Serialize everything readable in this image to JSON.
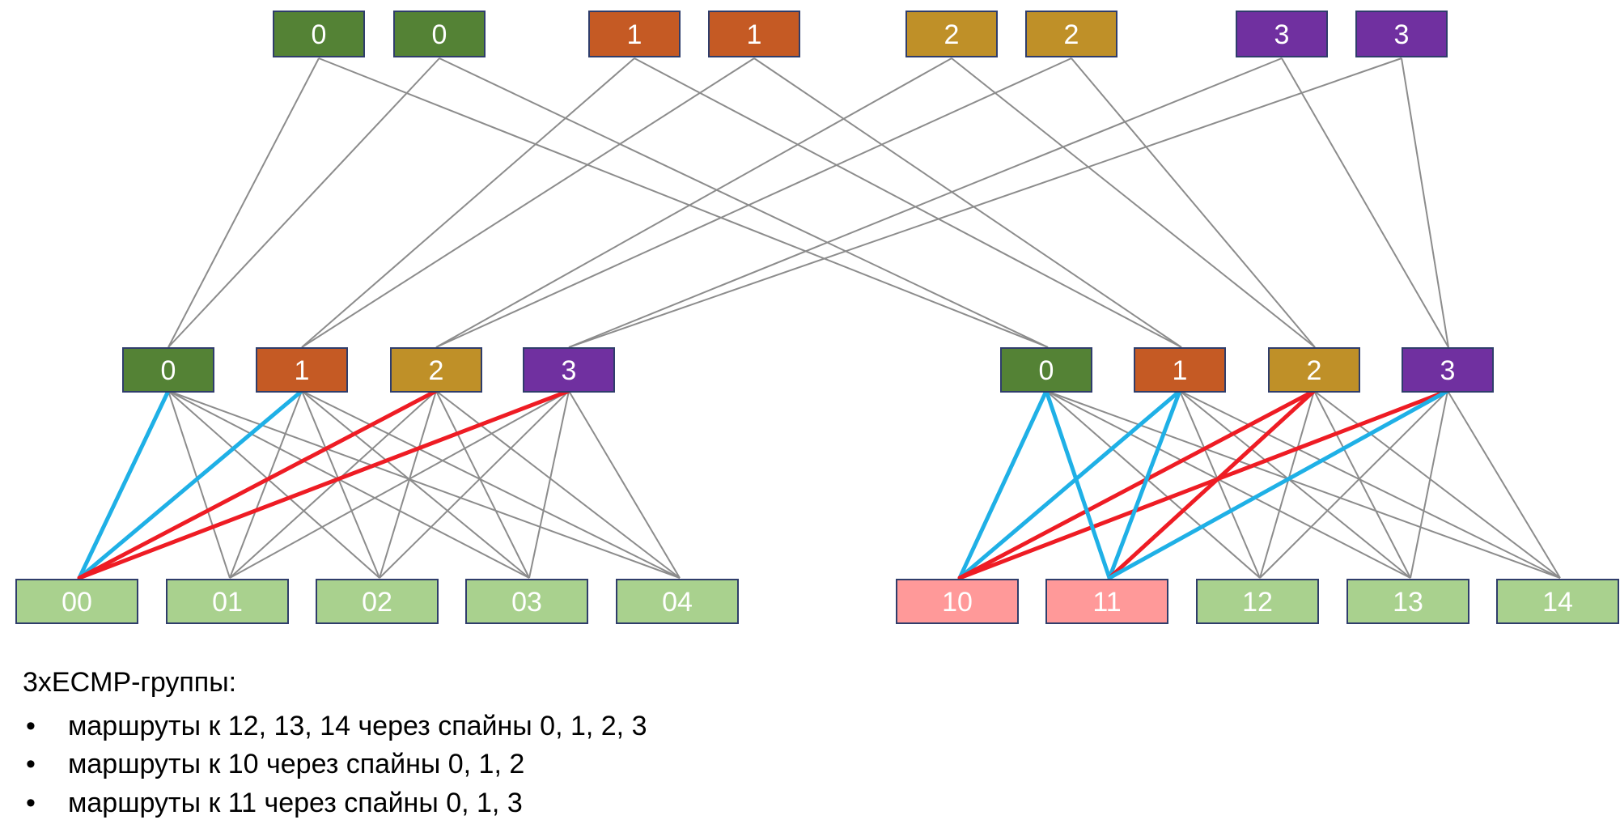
{
  "superspines": [
    {
      "label": "0",
      "plane": 0
    },
    {
      "label": "0",
      "plane": 0
    },
    {
      "label": "1",
      "plane": 1
    },
    {
      "label": "1",
      "plane": 1
    },
    {
      "label": "2",
      "plane": 2
    },
    {
      "label": "2",
      "plane": 2
    },
    {
      "label": "3",
      "plane": 3
    },
    {
      "label": "3",
      "plane": 3
    }
  ],
  "pods": [
    {
      "spines": [
        {
          "label": "0",
          "plane": 0
        },
        {
          "label": "1",
          "plane": 1
        },
        {
          "label": "2",
          "plane": 2
        },
        {
          "label": "3",
          "plane": 3
        }
      ],
      "leaves": [
        {
          "label": "00",
          "state": "normal"
        },
        {
          "label": "01",
          "state": "normal"
        },
        {
          "label": "02",
          "state": "normal"
        },
        {
          "label": "03",
          "state": "normal"
        },
        {
          "label": "04",
          "state": "normal"
        }
      ]
    },
    {
      "spines": [
        {
          "label": "0",
          "plane": 0
        },
        {
          "label": "1",
          "plane": 1
        },
        {
          "label": "2",
          "plane": 2
        },
        {
          "label": "3",
          "plane": 3
        }
      ],
      "leaves": [
        {
          "label": "10",
          "state": "failed"
        },
        {
          "label": "11",
          "state": "failed"
        },
        {
          "label": "12",
          "state": "normal"
        },
        {
          "label": "13",
          "state": "normal"
        },
        {
          "label": "14",
          "state": "normal"
        }
      ]
    }
  ],
  "highlighted_links": [
    {
      "pod": 0,
      "spine": 0,
      "leaf": 0,
      "color": "blue"
    },
    {
      "pod": 0,
      "spine": 1,
      "leaf": 0,
      "color": "blue"
    },
    {
      "pod": 0,
      "spine": 2,
      "leaf": 0,
      "color": "red"
    },
    {
      "pod": 0,
      "spine": 3,
      "leaf": 0,
      "color": "red"
    },
    {
      "pod": 1,
      "spine": 0,
      "leaf": 0,
      "color": "blue"
    },
    {
      "pod": 1,
      "spine": 1,
      "leaf": 0,
      "color": "blue"
    },
    {
      "pod": 1,
      "spine": 2,
      "leaf": 0,
      "color": "red"
    },
    {
      "pod": 1,
      "spine": 3,
      "leaf": 0,
      "color": "red"
    },
    {
      "pod": 1,
      "spine": 0,
      "leaf": 1,
      "color": "blue"
    },
    {
      "pod": 1,
      "spine": 1,
      "leaf": 1,
      "color": "blue"
    },
    {
      "pod": 1,
      "spine": 2,
      "leaf": 1,
      "color": "red"
    },
    {
      "pod": 1,
      "spine": 3,
      "leaf": 1,
      "color": "blue"
    }
  ],
  "colors": {
    "plane": [
      "#548235",
      "#C55A24",
      "#BF9028",
      "#7030A0"
    ],
    "leaf_normal": "#A9D18E",
    "leaf_failed": "#FF9999",
    "link": "#8c8c8c",
    "blue": "#1FB0E6",
    "red": "#EE1C24",
    "node_border": "#2F3D6B"
  },
  "caption": {
    "heading": "3xECMP-группы:",
    "bullet": "•",
    "items": [
      "маршруты к 12, 13, 14 через спайны 0, 1, 2, 3",
      "маршруты к 10 через спайны 0, 1, 2",
      "маршруты к 11 через спайны 0, 1, 3"
    ]
  }
}
